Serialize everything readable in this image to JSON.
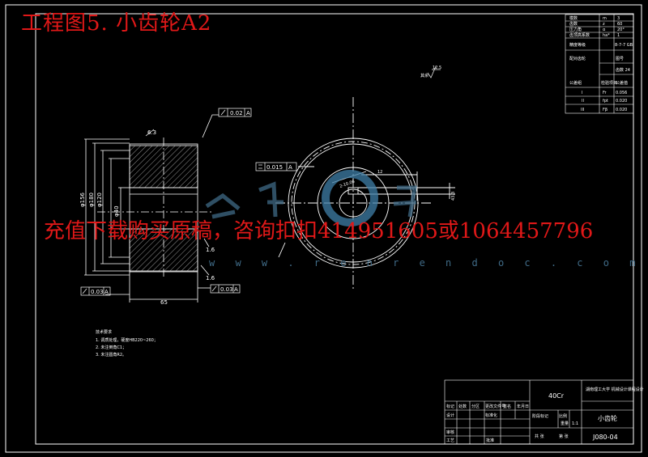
{
  "header": {
    "title": "工程图5. 小齿轮A2"
  },
  "banner": {
    "text": "充值下载购买原稿，咨询扣扣414951605或1064457796"
  },
  "watermark": {
    "url": "w w w . r e n r e n d o c . c o m"
  },
  "front_view": {
    "dims": {
      "width": "65",
      "runout_top": "0.02",
      "runout_bottom": "0.03",
      "runout_right": "0.03",
      "face_tol": "6.3",
      "roughness": "1.6",
      "bore": "φ40",
      "d1": "φ120",
      "d2": "φ180",
      "d3": "φ156"
    }
  },
  "side_view": {
    "runout": "0.015",
    "datum": "A",
    "key_width": "12",
    "key_depth": "43.3",
    "chord": "2-10.06"
  },
  "roughness_mark": {
    "label": "其余",
    "value": "12.5"
  },
  "tech_notes": {
    "title": "技术要求",
    "lines": [
      "1. 调质处理，硬度HB220~260；",
      "2. 未注倒角C1；",
      "3. 未注圆角R2。"
    ]
  },
  "param_table": {
    "rows": [
      [
        "模数",
        "m",
        "3"
      ],
      [
        "齿数",
        "z",
        "60"
      ],
      [
        "压力角",
        "α",
        "20°"
      ],
      [
        "齿顶高系数",
        "ha*",
        "1"
      ],
      [
        "精度等级",
        "",
        "8-7-7 GB"
      ],
      [
        "配对齿轮",
        "",
        "图号"
      ],
      [
        "",
        "",
        "齿数 24"
      ],
      [
        "公差组",
        "检验项目",
        "公差值"
      ],
      [
        "I",
        "Fr",
        "0.056"
      ],
      [
        "II",
        "fpt",
        "0.020"
      ],
      [
        "III",
        "Fβ",
        "0.020"
      ]
    ]
  },
  "title_block": {
    "material": "40Cr",
    "school": "湖南理工大学 机械设计课程设计",
    "part_name": "小齿轮",
    "drawing_no": "J080-04",
    "scale_label": "比例",
    "scale_value": "1:1",
    "labels": [
      "标记",
      "处数",
      "分区",
      "更改文件号",
      "签名",
      "年月日",
      "设计",
      "标准化",
      "审核",
      "工艺",
      "批准",
      "阶段标记",
      "重量",
      "共 张",
      "第 张"
    ]
  }
}
